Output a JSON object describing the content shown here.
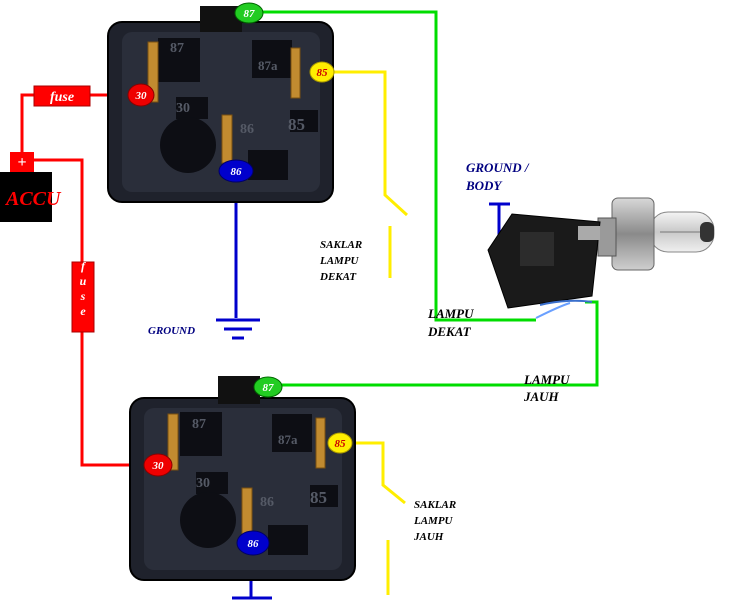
{
  "colors": {
    "power_wire": "#ff0000",
    "lamp_wire": "#00d000",
    "switch_wire": "#ffff00",
    "ground_wire": "#0000cc",
    "relay_body": "#20232e",
    "relay_edge": "#000000",
    "label_blue": "#000080",
    "fuse_text": "#ffffff"
  },
  "battery": {
    "label": "ACCU",
    "plus": "+"
  },
  "fuses": {
    "top": "fuse",
    "side": "fuse"
  },
  "relay_top": {
    "pins": {
      "p30": "30",
      "p85": "85",
      "p86": "86",
      "p87": "87"
    },
    "molded": {
      "m87": "87",
      "m87a": "87a",
      "m30": "30",
      "m86": "86",
      "m85": "85"
    }
  },
  "relay_bottom": {
    "pins": {
      "p30": "30",
      "p85": "85",
      "p86": "86",
      "p87": "87"
    },
    "molded": {
      "m87": "87",
      "m87a": "87a",
      "m30": "30",
      "m86": "86",
      "m85": "85"
    }
  },
  "labels": {
    "ground_top": "GROUND",
    "ground_body_1": "GROUND /",
    "ground_body_2": "BODY",
    "switch_low_1": "SAKLAR",
    "switch_low_2": "LAMPU",
    "switch_low_3": "DEKAT",
    "switch_high_1": "SAKLAR",
    "switch_high_2": "LAMPU",
    "switch_high_3": "JAUH",
    "lamp_low_1": "LAMPU",
    "lamp_low_2": "DEKAT",
    "lamp_high_1": "LAMPU",
    "lamp_high_2": "JAUH"
  }
}
